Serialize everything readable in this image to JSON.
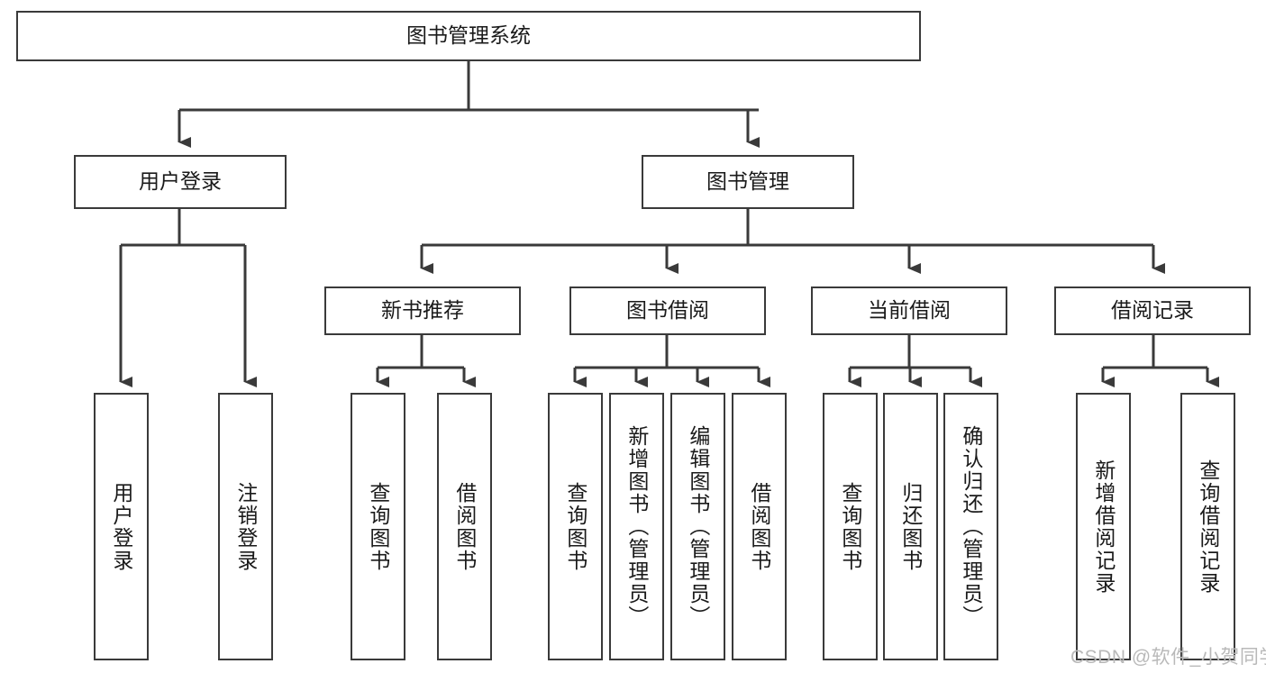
{
  "diagram": {
    "title_node": {
      "label": "图书管理系统"
    },
    "level1": [
      {
        "id": "user-login",
        "label": "用户登录"
      },
      {
        "id": "book-manage",
        "label": "图书管理"
      }
    ],
    "level2": [
      {
        "id": "new-book-recommend",
        "label": "新书推荐"
      },
      {
        "id": "book-borrow",
        "label": "图书借阅"
      },
      {
        "id": "current-borrow",
        "label": "当前借阅"
      },
      {
        "id": "borrow-record",
        "label": "借阅记录"
      }
    ],
    "leaves": [
      {
        "id": "leaf-user-login",
        "label": "用户登录"
      },
      {
        "id": "leaf-logout-login",
        "label": "注销登录"
      },
      {
        "id": "leaf-query-book-1",
        "label": "查询图书"
      },
      {
        "id": "leaf-borrow-book-1",
        "label": "借阅图书"
      },
      {
        "id": "leaf-query-book-2",
        "label": "查询图书"
      },
      {
        "id": "leaf-add-book",
        "label": "新增图书（管理员）"
      },
      {
        "id": "leaf-edit-book",
        "label": "编辑图书（管理员）"
      },
      {
        "id": "leaf-borrow-book-2",
        "label": "借阅图书"
      },
      {
        "id": "leaf-query-book-3",
        "label": "查询图书"
      },
      {
        "id": "leaf-return-book",
        "label": "归还图书"
      },
      {
        "id": "leaf-confirm-return",
        "label": "确认归还（管理员）"
      },
      {
        "id": "leaf-add-borrow-record",
        "label": "新增借阅记录"
      },
      {
        "id": "leaf-query-borrow-record",
        "label": "查询借阅记录"
      }
    ],
    "watermark": {
      "text": "CSDN @软件_小贺同学"
    },
    "colors": {
      "stroke": "#3a3a3a",
      "fill": "#ffffff",
      "text": "#1a1a1a",
      "watermark": "#b9b9b9"
    }
  }
}
